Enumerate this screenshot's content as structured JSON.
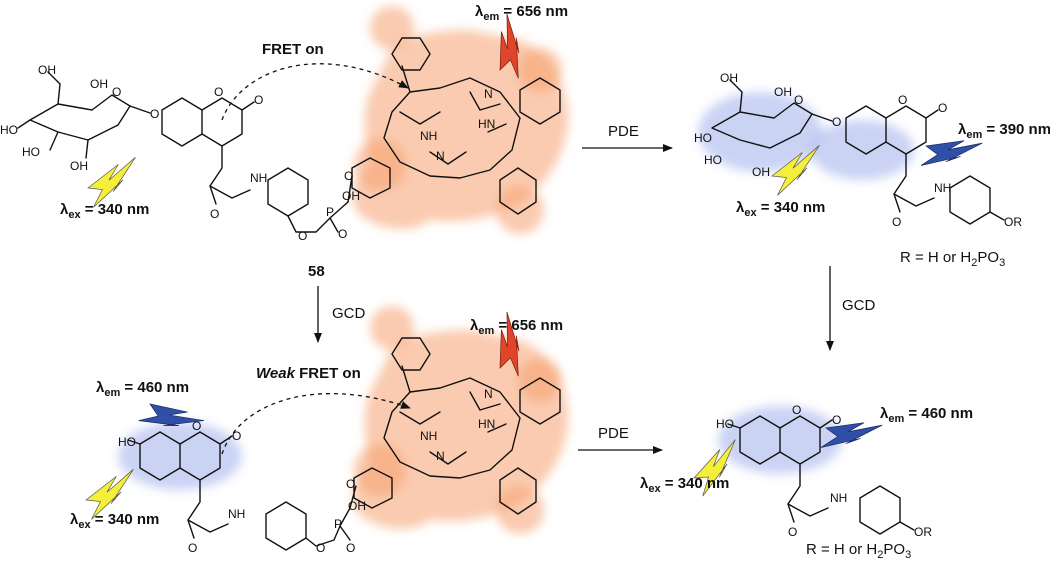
{
  "labels": {
    "fret_on": "FRET on",
    "weak_fret_on_italic": "Weak",
    "weak_fret_on_rest": " FRET on",
    "compound_number": "58",
    "arrow_top": "PDE",
    "arrow_bottom": "PDE",
    "arrow_left_down": "GCD",
    "arrow_right_down": "GCD",
    "lambda_em_656_top": "656 nm",
    "lambda_em_656_bottom": "656 nm",
    "lambda_em_390": "390 nm",
    "lambda_em_460_left": "460 nm",
    "lambda_em_460_right": "460 nm",
    "lambda_ex_340_tl": "340 nm",
    "lambda_ex_340_tr": "340 nm",
    "lambda_ex_340_bl": "340 nm",
    "lambda_ex_340_br": "340 nm",
    "lambda": "λ",
    "sub_em": "em",
    "sub_ex": "ex",
    "eq": " = ",
    "r_eq": "R = H or H",
    "r_eq_sub": "2",
    "r_eq_tail": "PO",
    "r_eq_sub3": "3"
  },
  "atoms": {
    "OH": "OH",
    "HO": "HO",
    "O": "O",
    "OR": "OR",
    "NH": "NH",
    "N": "N",
    "H": "H",
    "HN": "HN",
    "P": "P"
  },
  "colors": {
    "porphyrin_glow": "#f6a06e",
    "coumarin_glow": "#a9b6ee",
    "bolt_red": "#e0452b",
    "bolt_blue": "#2f4fa8",
    "bolt_yellow": "#f4ef3a"
  }
}
